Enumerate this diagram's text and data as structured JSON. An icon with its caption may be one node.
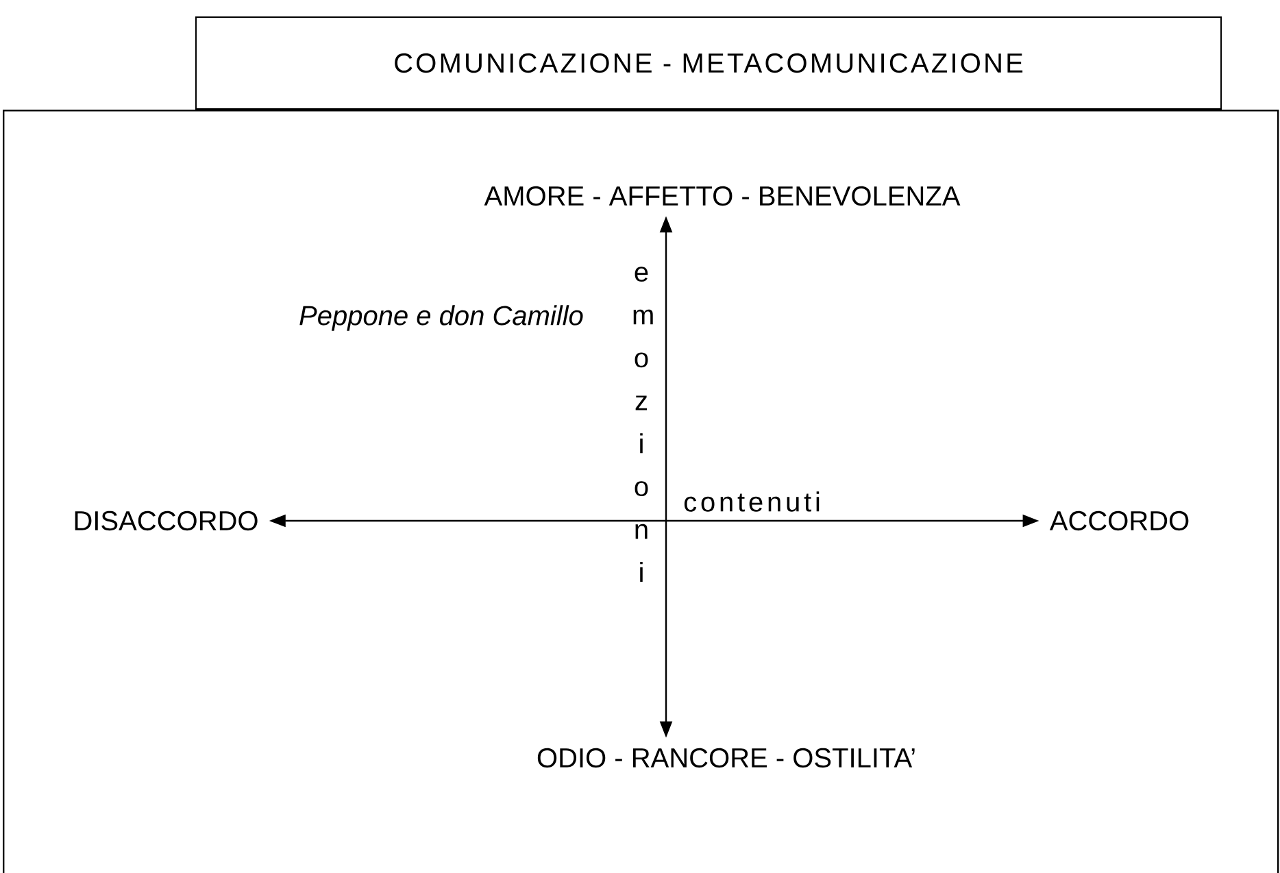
{
  "diagram": {
    "nodes": [
      {
        "text": [
          "COMUNICAZIONE - METACOMUNICAZIONE"
        ]
      },
      {
        "text": [],
        "shape": "box"
      },
      {
        "text": [
          "AMORE - AFFETTO - BENEVOLENZA"
        ],
        "in": 1
      },
      {
        "text": [
          "DISACCORDO"
        ],
        "in": 1
      },
      {
        "text": [
          "ACCORDO"
        ],
        "in": 1
      },
      {
        "text": [
          "ODIO - RANCORE - OSTILITA’"
        ],
        "in": 1
      }
    ],
    "edges": [
      {
        "from": 3,
        "to": 4,
        "arrow": "both"
      },
      {
        "from": 5,
        "to": 2,
        "arrow": "both"
      }
    ],
    "labels": [
      "Peppone e don Camillo",
      "emozioni",
      "contenuti"
    ]
  }
}
